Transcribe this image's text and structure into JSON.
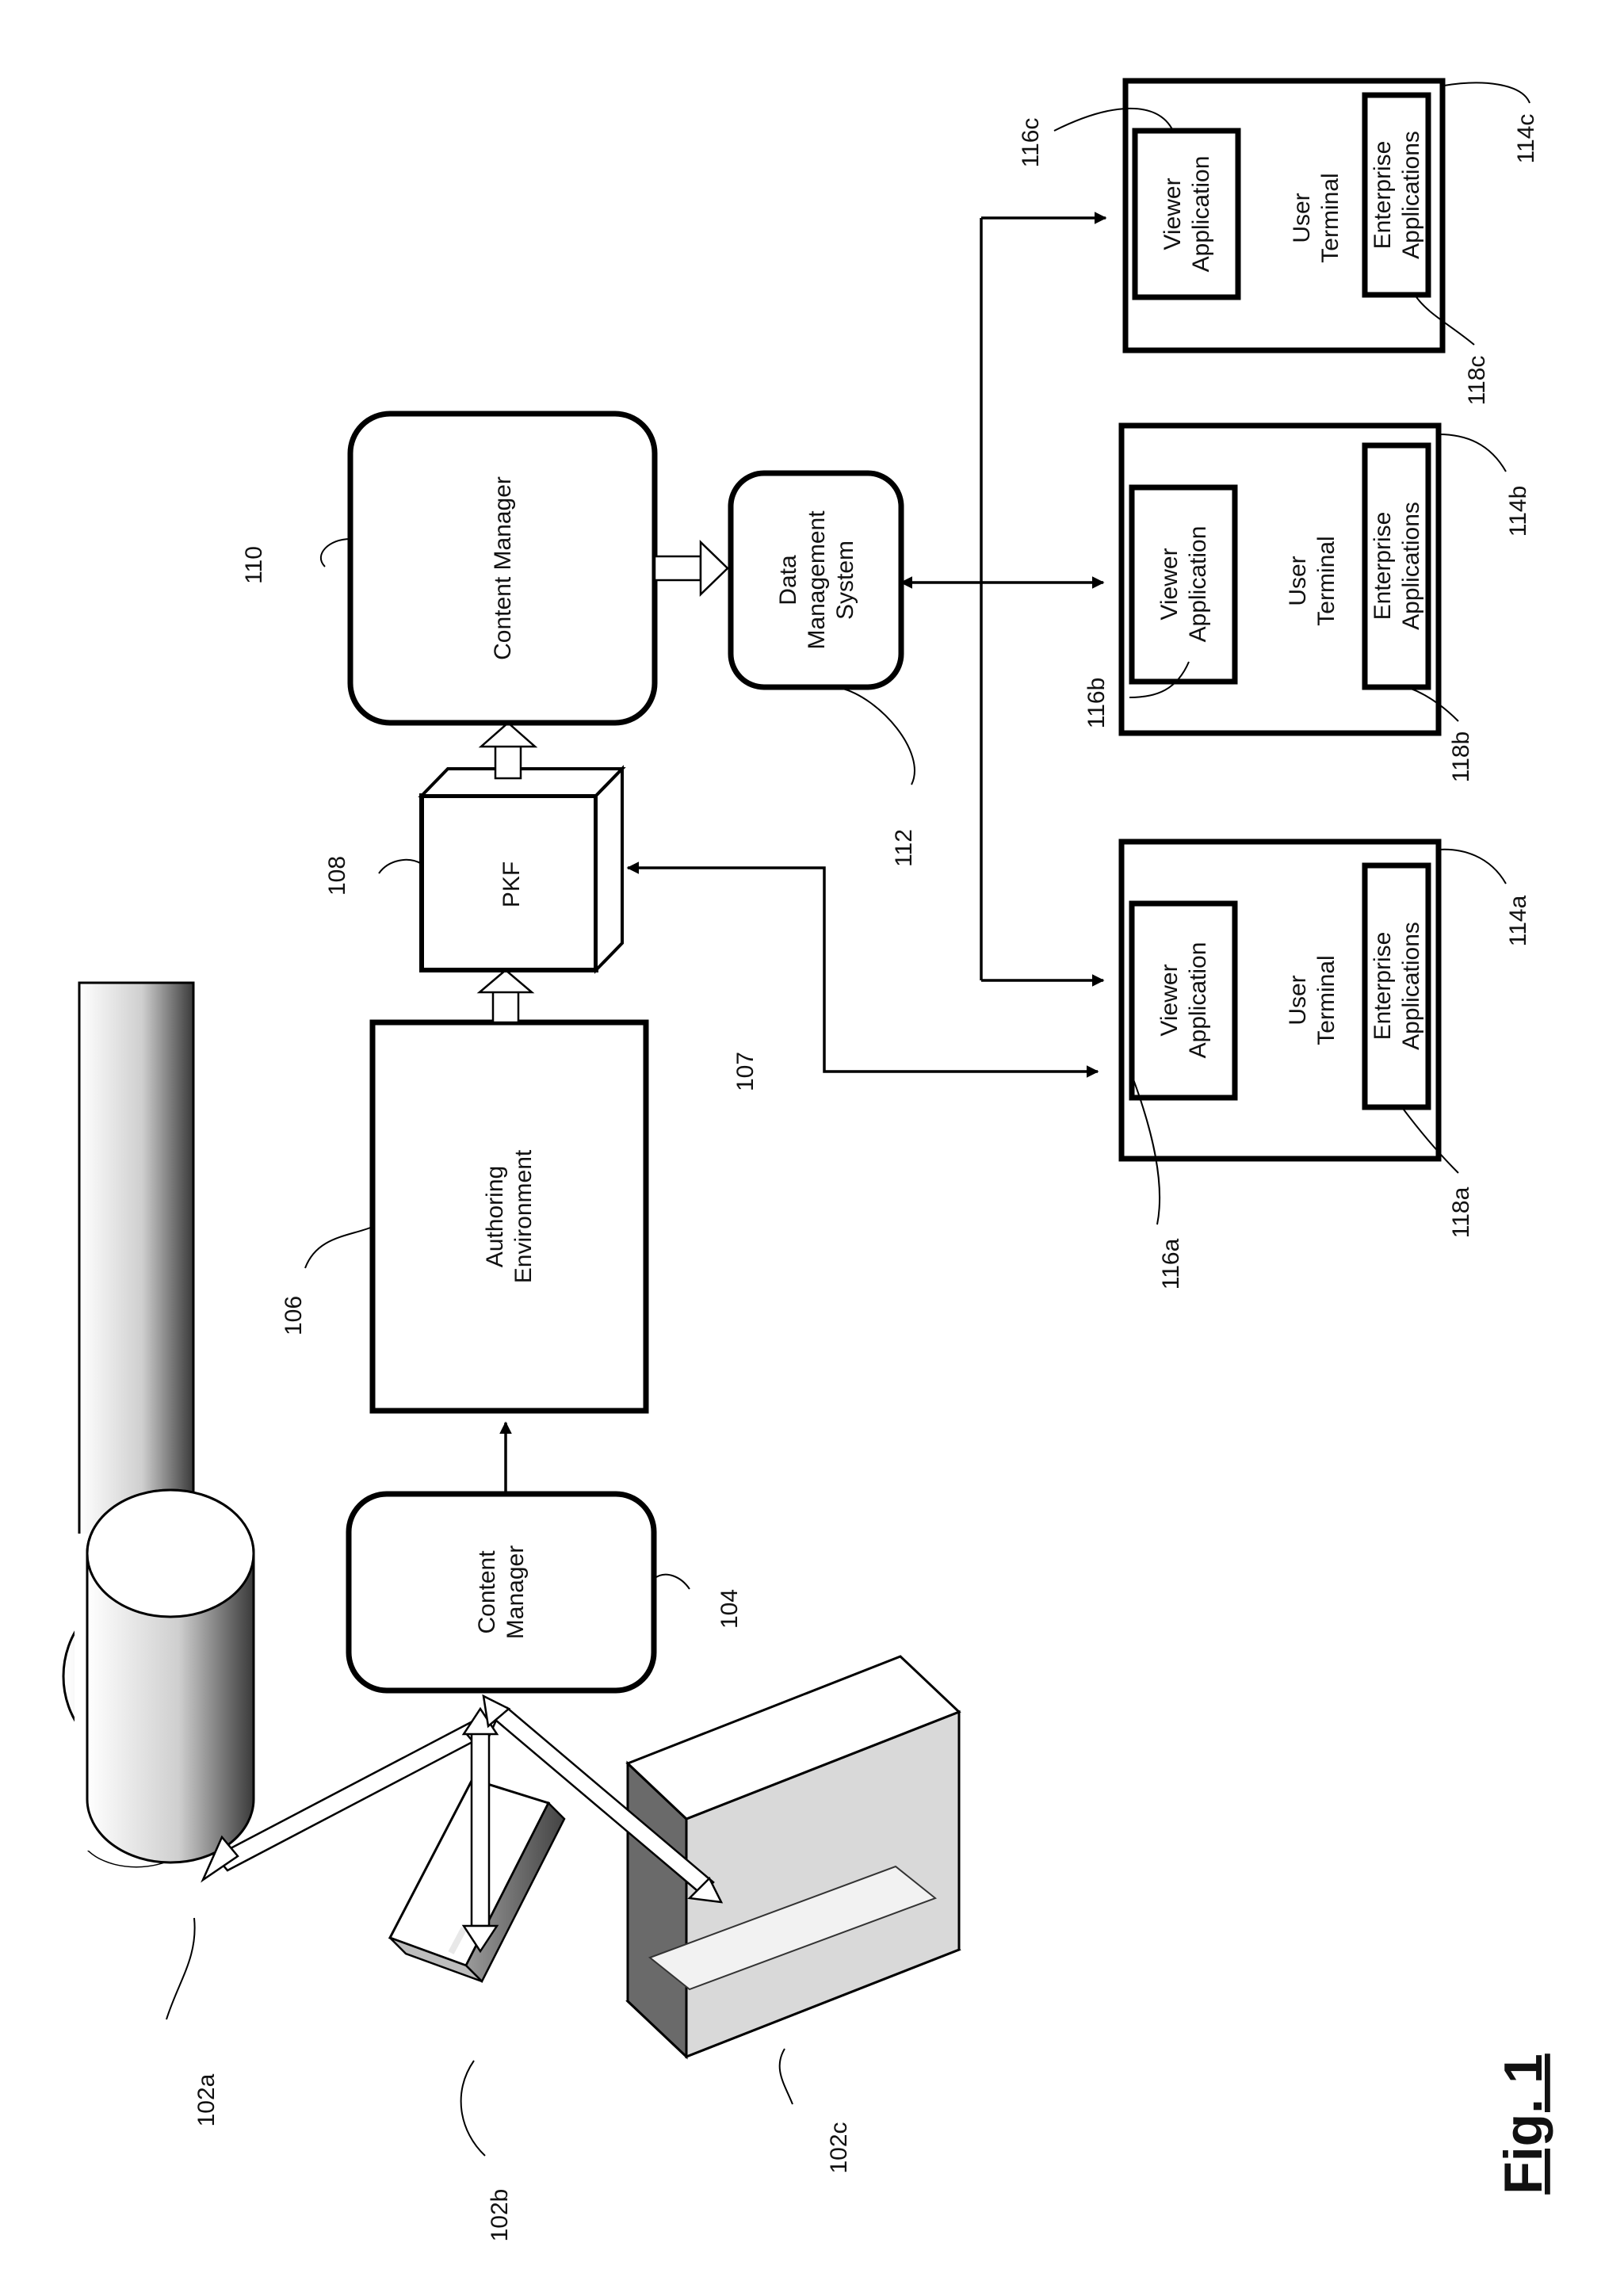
{
  "figure": {
    "label": "Fig. 1"
  },
  "blocks": {
    "content_manager_104": {
      "line1": "Content",
      "line2": "Manager"
    },
    "authoring_env": {
      "line1": "Authoring",
      "line2": "Environment"
    },
    "pkf": {
      "label": "PKF"
    },
    "content_manager_110": {
      "label": "Content Manager"
    },
    "dms": {
      "line1": "Data",
      "line2": "Management",
      "line3": "System"
    },
    "terminals": [
      {
        "viewer1": "Viewer",
        "viewer2": "Application",
        "ut1": "User",
        "ut2": "Terminal",
        "ent1": "Enterprise",
        "ent2": "Applications"
      },
      {
        "viewer1": "Viewer",
        "viewer2": "Application",
        "ut1": "User",
        "ut2": "Terminal",
        "ent1": "Enterprise",
        "ent2": "Applications"
      },
      {
        "viewer1": "Viewer",
        "viewer2": "Application",
        "ut1": "User",
        "ut2": "Terminal",
        "ent1": "Enterprise",
        "ent2": "Applications"
      }
    ]
  },
  "refs": {
    "r102a": "102a",
    "r102b": "102b",
    "r102c": "102c",
    "r104": "104",
    "r106": "106",
    "r107": "107",
    "r108": "108",
    "r110": "110",
    "r112": "112",
    "r114a": "114a",
    "r114b": "114b",
    "r114c": "114c",
    "r116a": "116a",
    "r116b": "116b",
    "r116c": "116c",
    "r118a": "118a",
    "r118b": "118b",
    "r118c": "118c"
  }
}
